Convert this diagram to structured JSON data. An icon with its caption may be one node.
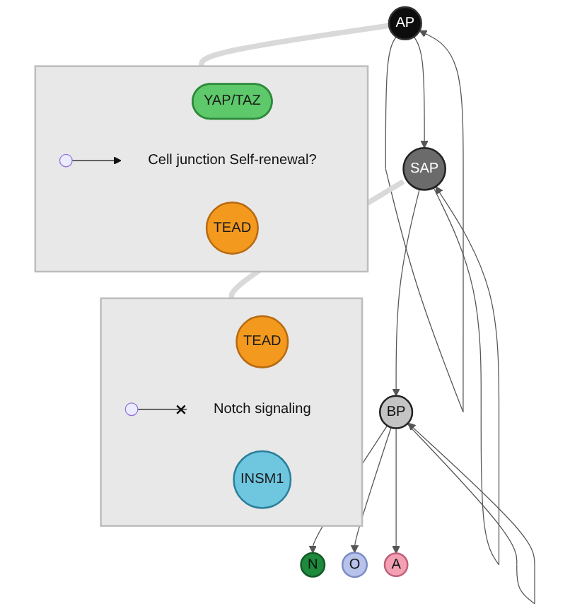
{
  "diagram": {
    "nodes": [
      {
        "text": [
          "AP"
        ]
      },
      {
        "text": [],
        "shape": "box"
      },
      {
        "text": [
          "YAP/TAZ"
        ],
        "in": 1
      },
      {
        "text": [
          "TEAD"
        ],
        "in": 1
      },
      {
        "text": [
          "Cell junction Self-renewal?"
        ],
        "in": 1
      },
      {
        "text": [
          "SAP"
        ]
      },
      {
        "text": [],
        "shape": "box"
      },
      {
        "text": [
          "TEAD"
        ],
        "in": 6
      },
      {
        "text": [
          "INSM1"
        ],
        "in": 6
      },
      {
        "text": [
          "Notch signaling"
        ],
        "in": 6
      },
      {
        "text": [
          "BP"
        ]
      },
      {
        "text": [
          "N"
        ]
      },
      {
        "text": [
          "O"
        ]
      },
      {
        "text": [
          "A"
        ]
      }
    ],
    "edges": [
      {
        "from": 0,
        "to": 0,
        "arrow": "to"
      },
      {
        "from": 0,
        "to": 5,
        "arrow": "to"
      },
      {
        "from": 0,
        "to": 1,
        "arrow": "none",
        "style": "thick",
        "color": "#d9d9d9"
      },
      {
        "from": null,
        "to": 4,
        "arrow": "to",
        "color": "#111111"
      },
      {
        "from": 5,
        "to": 5,
        "arrow": "to"
      },
      {
        "from": 5,
        "to": 10,
        "arrow": "to"
      },
      {
        "from": 5,
        "to": 6,
        "arrow": "none",
        "style": "thick",
        "color": "#d9d9d9"
      },
      {
        "from": null,
        "to": 9,
        "arrow": "other",
        "color": "#111111"
      },
      {
        "from": 10,
        "to": 10,
        "arrow": "to"
      },
      {
        "from": 10,
        "to": 11,
        "arrow": "to"
      },
      {
        "from": 10,
        "to": 12,
        "arrow": "to"
      },
      {
        "from": 10,
        "to": 13,
        "arrow": "to"
      }
    ]
  }
}
